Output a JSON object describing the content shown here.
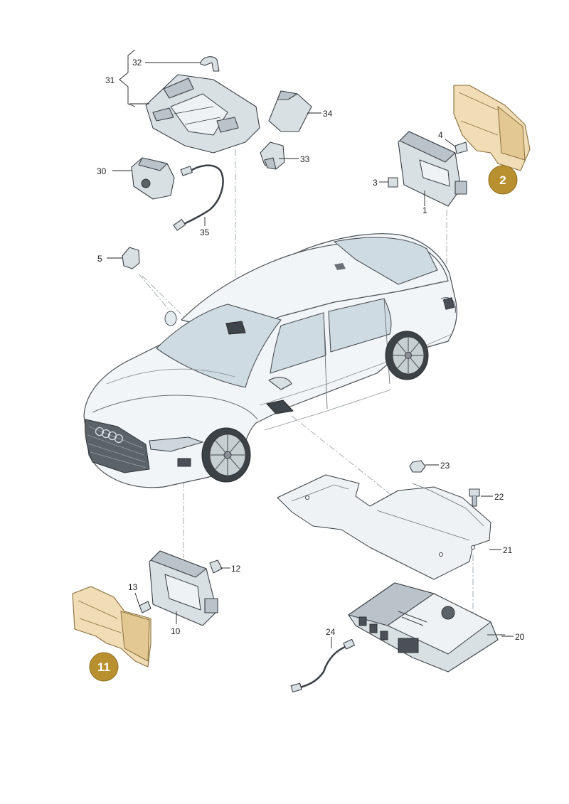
{
  "diagram": {
    "part_numbers": [
      "1",
      "2",
      "3",
      "4",
      "5",
      "10",
      "11",
      "12",
      "13",
      "20",
      "21",
      "22",
      "23",
      "24",
      "30",
      "31",
      "32",
      "33",
      "34",
      "35"
    ],
    "highlighted_parts": [
      "2",
      "11"
    ],
    "colors": {
      "highlight_fill": "#f0ddb6",
      "badge_fill": "#b8902f",
      "badge_text": "#ffffff",
      "line": "#222222",
      "part_fill": "#d9e0e4"
    }
  }
}
